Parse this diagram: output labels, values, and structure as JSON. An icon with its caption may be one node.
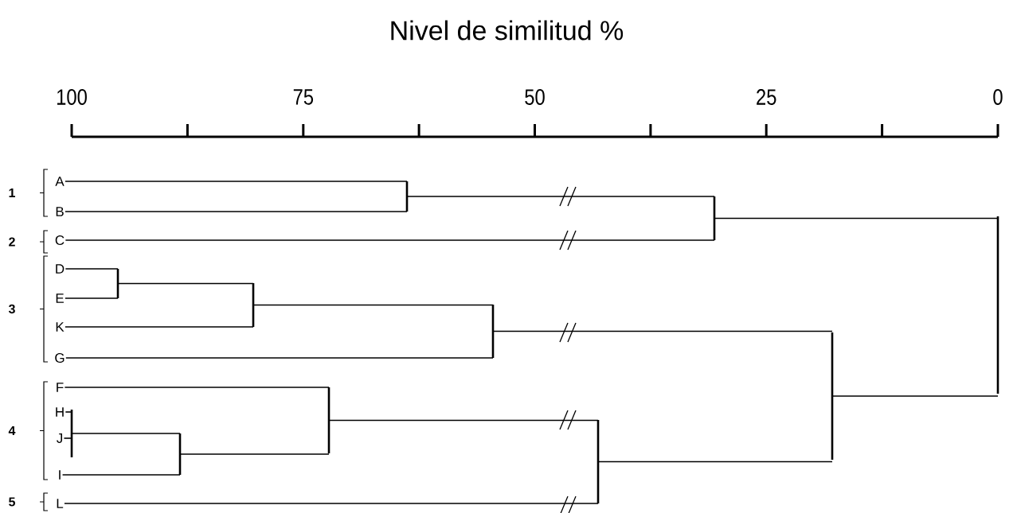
{
  "diagram": {
    "title": "Nivel de similitud %",
    "nodes": [
      {
        "text": [
          "A"
        ]
      },
      {
        "text": [
          "B"
        ]
      },
      {
        "text": [
          "C"
        ]
      },
      {
        "text": [
          "D"
        ]
      },
      {
        "text": [
          "E"
        ]
      },
      {
        "text": [
          "K"
        ]
      },
      {
        "text": [
          "G"
        ]
      },
      {
        "text": [
          "F"
        ]
      },
      {
        "text": [
          "H"
        ]
      },
      {
        "text": [
          "J"
        ]
      },
      {
        "text": [
          "I"
        ]
      },
      {
        "text": [
          "L"
        ]
      },
      {
        "text": [],
        "shape": "bar"
      },
      {
        "text": [],
        "shape": "bar"
      },
      {
        "text": [],
        "shape": "bar"
      },
      {
        "text": [],
        "shape": "bar"
      },
      {
        "text": [],
        "shape": "bar"
      },
      {
        "text": [],
        "shape": "bar"
      },
      {
        "text": [],
        "shape": "bar"
      },
      {
        "text": [],
        "shape": "bar"
      },
      {
        "text": [],
        "shape": "bar"
      },
      {
        "text": [],
        "shape": "bar"
      },
      {
        "text": [],
        "shape": "bar"
      }
    ],
    "edges": [
      {
        "from": 0,
        "to": 12,
        "arrow": "none"
      },
      {
        "from": 1,
        "to": 12,
        "arrow": "none"
      },
      {
        "from": 12,
        "to": 13,
        "arrow": "none"
      },
      {
        "from": 2,
        "to": 13,
        "arrow": "none"
      },
      {
        "from": 3,
        "to": 14,
        "arrow": "none"
      },
      {
        "from": 4,
        "to": 14,
        "arrow": "none"
      },
      {
        "from": 14,
        "to": 15,
        "arrow": "none"
      },
      {
        "from": 5,
        "to": 15,
        "arrow": "none"
      },
      {
        "from": 15,
        "to": 16,
        "arrow": "none"
      },
      {
        "from": 6,
        "to": 16,
        "arrow": "none"
      },
      {
        "from": 8,
        "to": 17,
        "arrow": "none"
      },
      {
        "from": 9,
        "to": 17,
        "arrow": "none"
      },
      {
        "from": 17,
        "to": 18,
        "arrow": "none"
      },
      {
        "from": 10,
        "to": 18,
        "arrow": "none"
      },
      {
        "from": 7,
        "to": 19,
        "arrow": "none"
      },
      {
        "from": 18,
        "to": 19,
        "arrow": "none"
      },
      {
        "from": 19,
        "to": 20,
        "arrow": "none"
      },
      {
        "from": 11,
        "to": 20,
        "arrow": "none"
      },
      {
        "from": 16,
        "to": 21,
        "arrow": "none"
      },
      {
        "from": 20,
        "to": 21,
        "arrow": "none"
      },
      {
        "from": 13,
        "to": 22,
        "arrow": "none"
      },
      {
        "from": 21,
        "to": 22,
        "arrow": "none"
      }
    ],
    "labels": [
      "100",
      "75",
      "50",
      "25",
      "0",
      "1",
      "2",
      "3",
      "4",
      "5"
    ]
  }
}
